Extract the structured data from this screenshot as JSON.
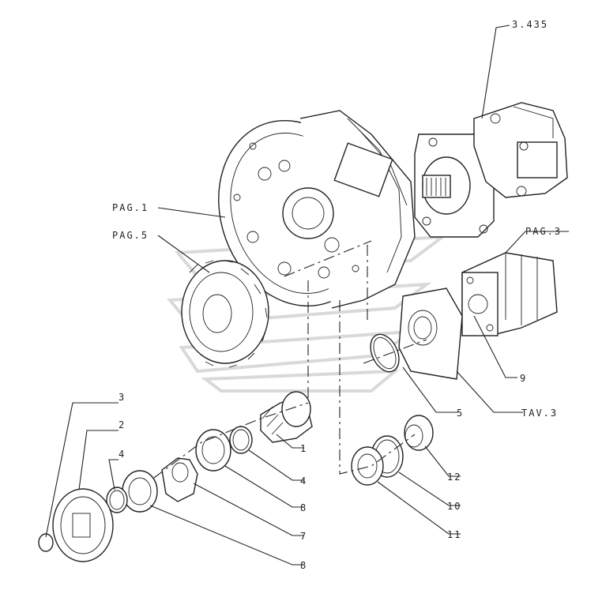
{
  "labels": {
    "ref_3435": "3.435",
    "pag1": "PAG.1",
    "pag5": "PAG.5",
    "pag3": "PAG.3",
    "tav3": "TAV.3",
    "n1": "1",
    "n2": "2",
    "n3": "3",
    "n4a": "4",
    "n4b": "4",
    "n5": "5",
    "n7": "7",
    "n8a": "8",
    "n8b": "8",
    "n9": "9",
    "n10": "10",
    "n11": "11",
    "n12": "12"
  }
}
